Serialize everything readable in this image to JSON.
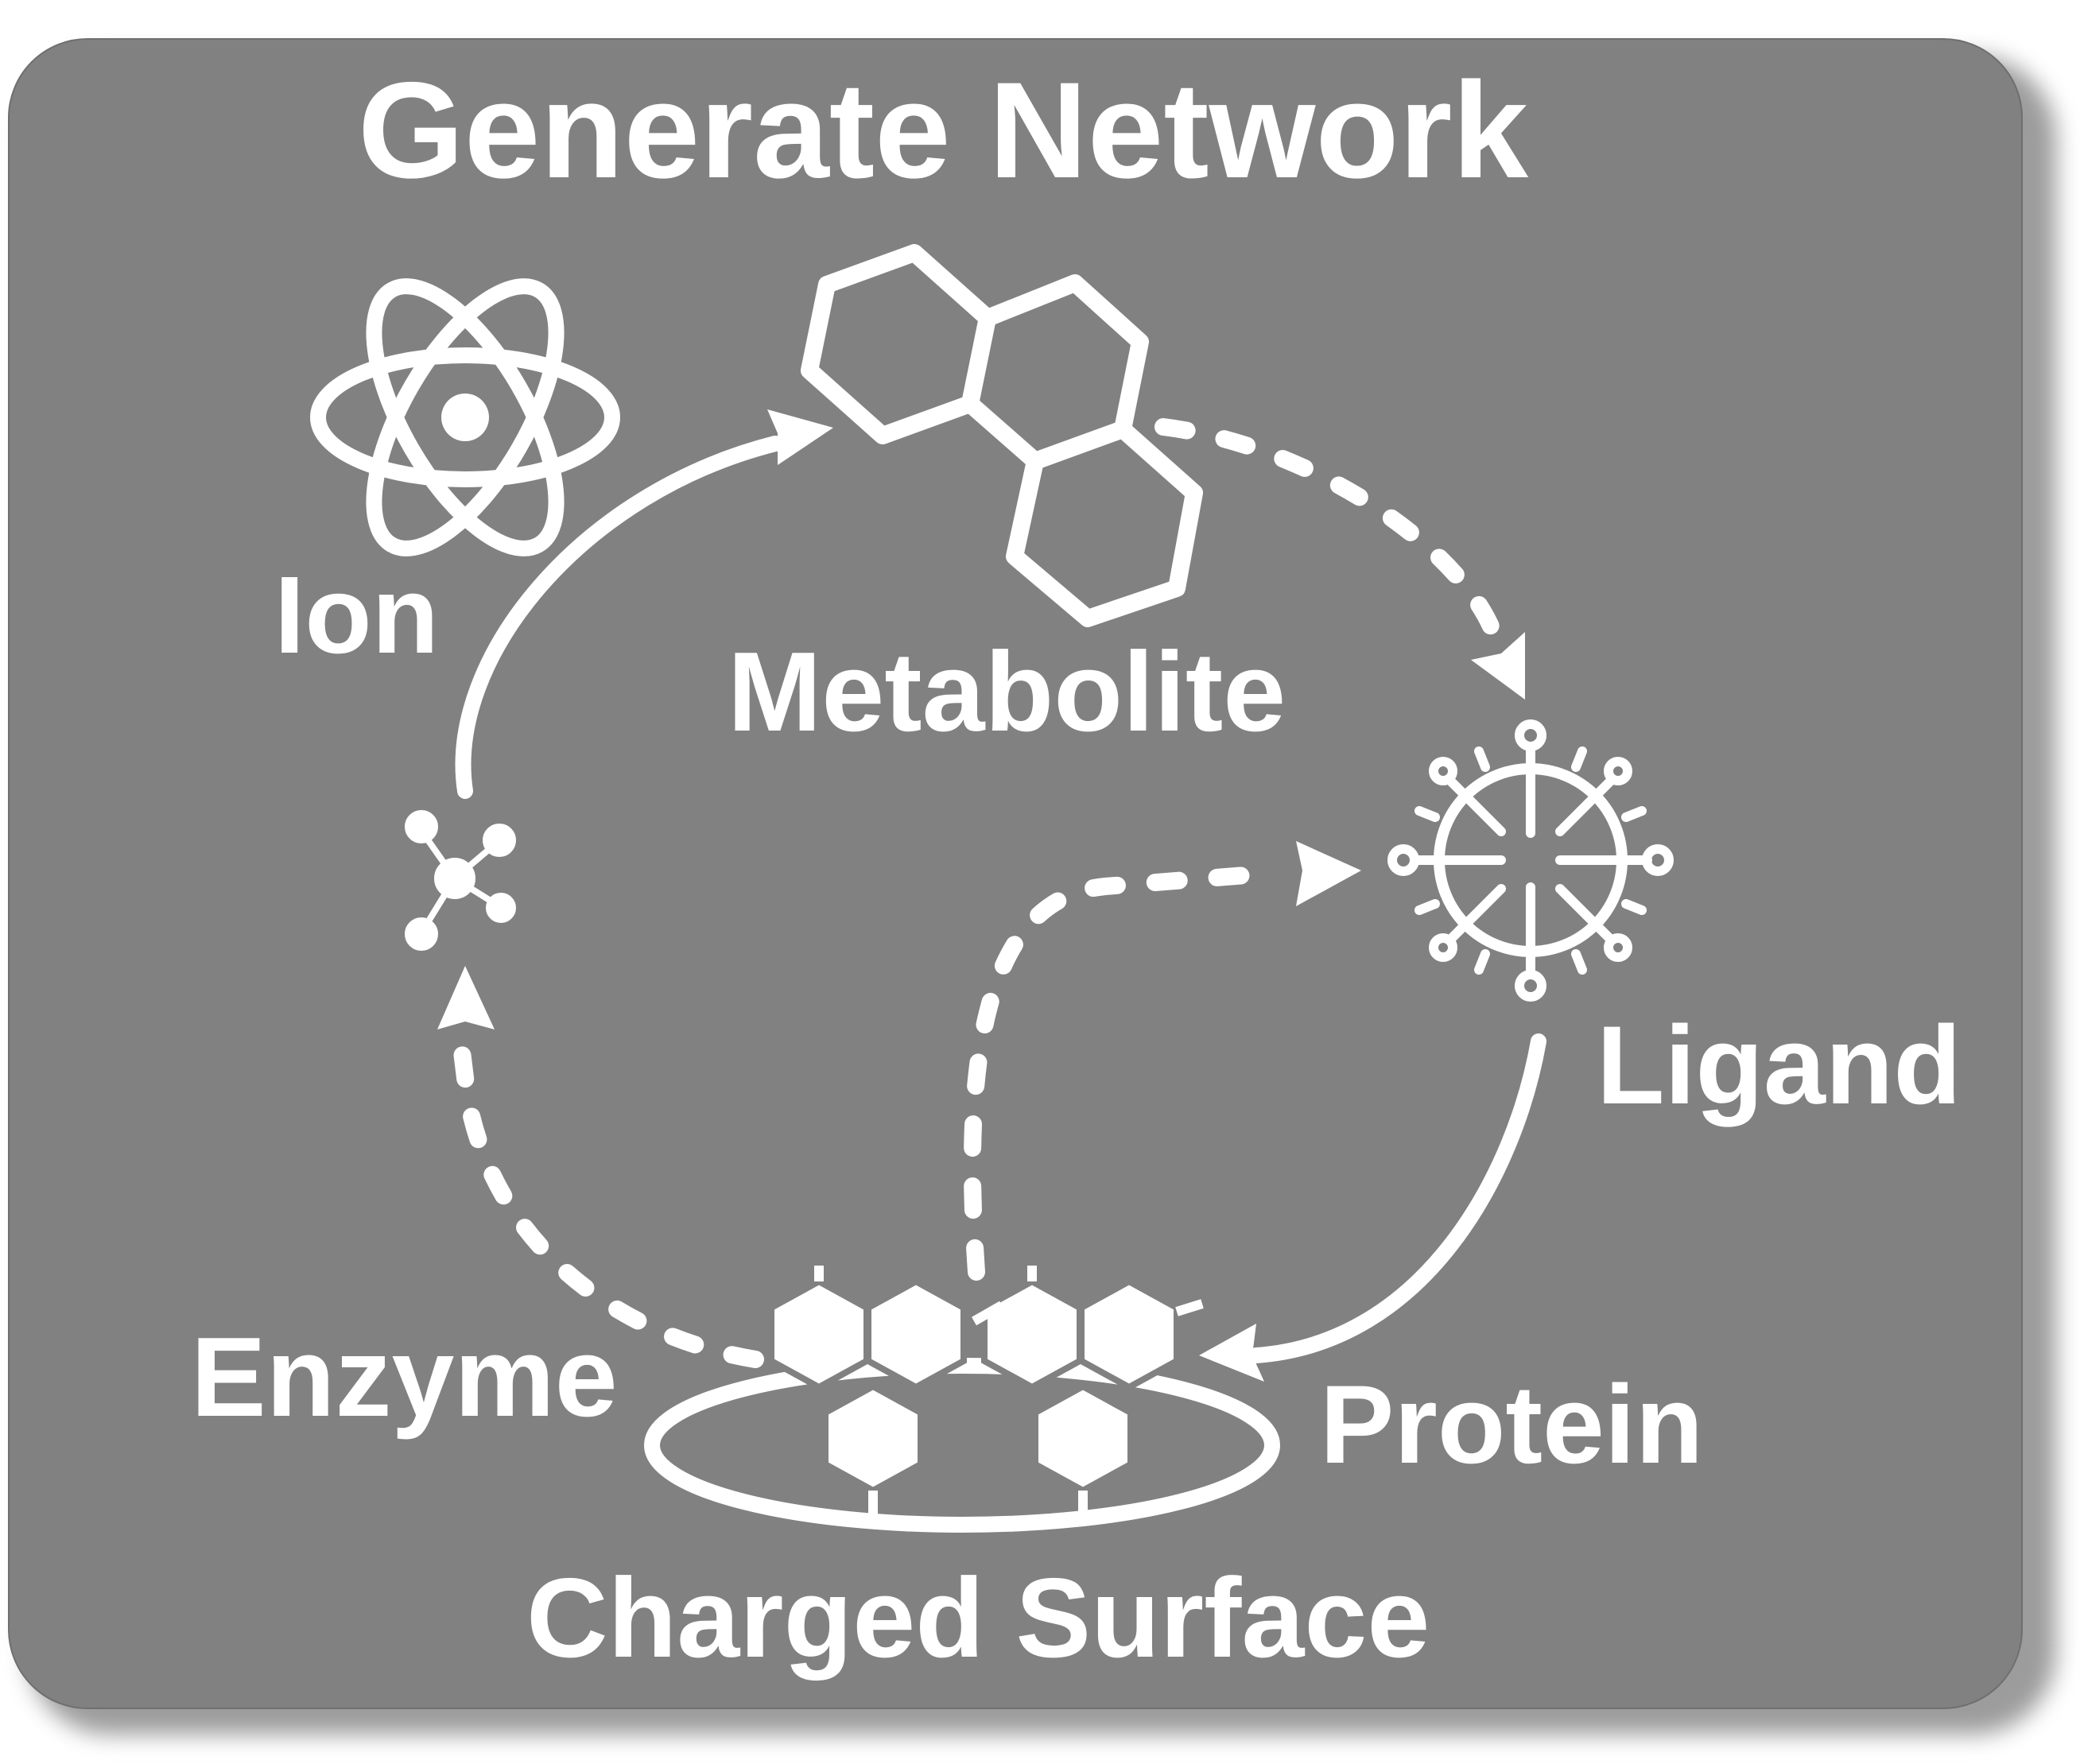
{
  "title": "Generate Network",
  "nodes": {
    "ion": "Ion",
    "metabolite": "Metabolite",
    "ligand": "Ligand",
    "protein": "Protein",
    "enzyme": "Enzyme",
    "surface": "Charged Surface"
  },
  "colors": {
    "panel": "#818181",
    "foreground": "#ffffff"
  },
  "icons": [
    "atom-icon",
    "hexagon-ring-icon",
    "virus-ligand-icon",
    "molecule-icon",
    "protein-surface-icon"
  ]
}
